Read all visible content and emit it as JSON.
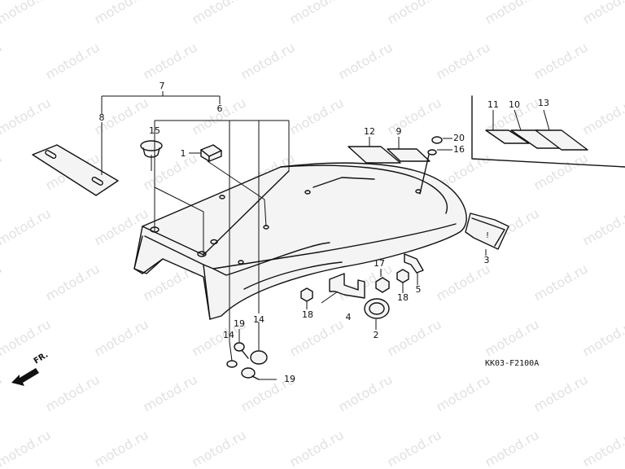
{
  "watermark": "motod.ru",
  "diagram_code": "KK03-F2100A",
  "direction_label": "FR.",
  "callouts": [
    "7",
    "8",
    "6",
    "15",
    "1",
    "12",
    "9",
    "20",
    "16",
    "11",
    "10",
    "13",
    "3",
    "17",
    "5",
    "18",
    "4",
    "2",
    "14",
    "19",
    "14",
    "19",
    "18"
  ]
}
